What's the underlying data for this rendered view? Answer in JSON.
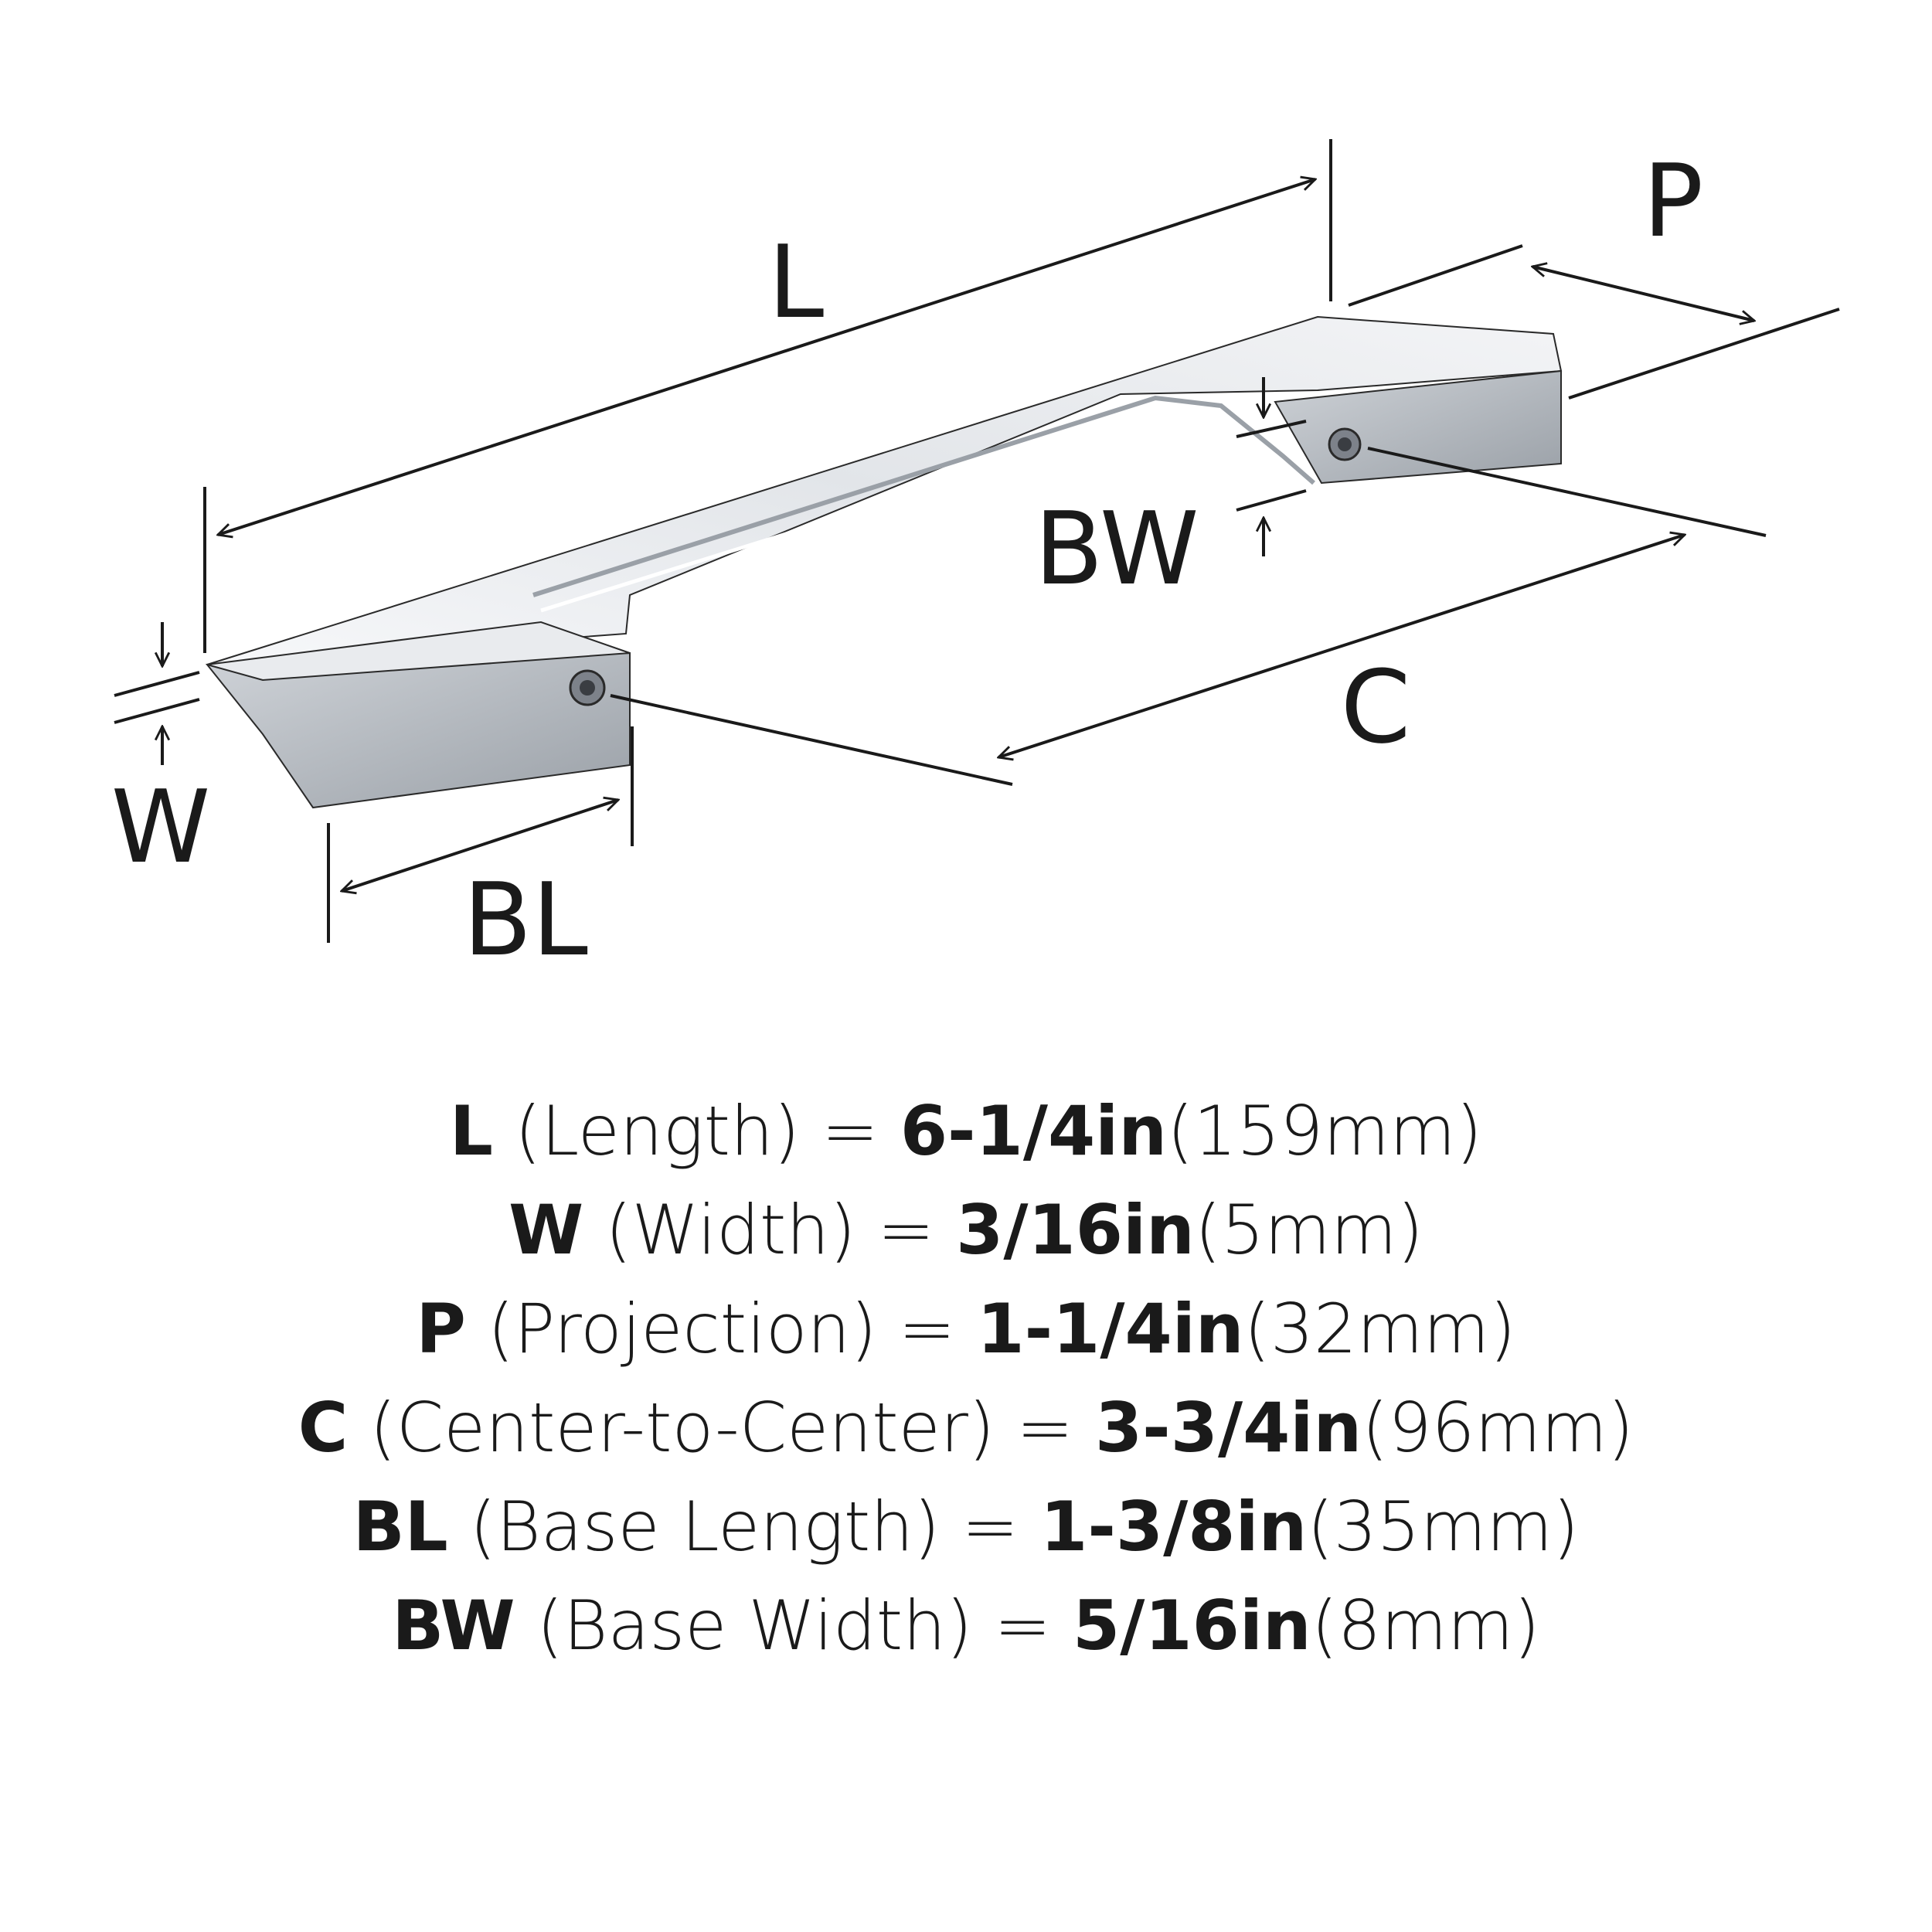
{
  "labels": {
    "length": "L",
    "projection": "P",
    "base_width": "BW",
    "width": "W",
    "center": "C",
    "base_length": "BL"
  },
  "specs": [
    {
      "symbol": "L",
      "name": "(Length)",
      "eq": "=",
      "inch": "6-1/4in",
      "mm": "(159mm)"
    },
    {
      "symbol": "W",
      "name": "(Width)",
      "eq": "=",
      "inch": "3/16in",
      "mm": "(5mm)"
    },
    {
      "symbol": "P",
      "name": "(Projection)",
      "eq": "=",
      "inch": "1-1/4in",
      "mm": "(32mm)"
    },
    {
      "symbol": "C",
      "name": "(Center-to-Center)",
      "eq": "=",
      "inch": "3-3/4in",
      "mm": "(96mm)"
    },
    {
      "symbol": "BL",
      "name": "(Base Length)",
      "eq": "=",
      "inch": "1-3/8in",
      "mm": "(35mm)"
    },
    {
      "symbol": "BW",
      "name": "(Base Width)",
      "eq": "=",
      "inch": "5/16in",
      "mm": "(8mm)"
    }
  ],
  "colors": {
    "line": "#1a1a1a",
    "metal_top": "#eef0f3",
    "metal_side": "#c4c8ce",
    "metal_dark": "#8e939a"
  }
}
